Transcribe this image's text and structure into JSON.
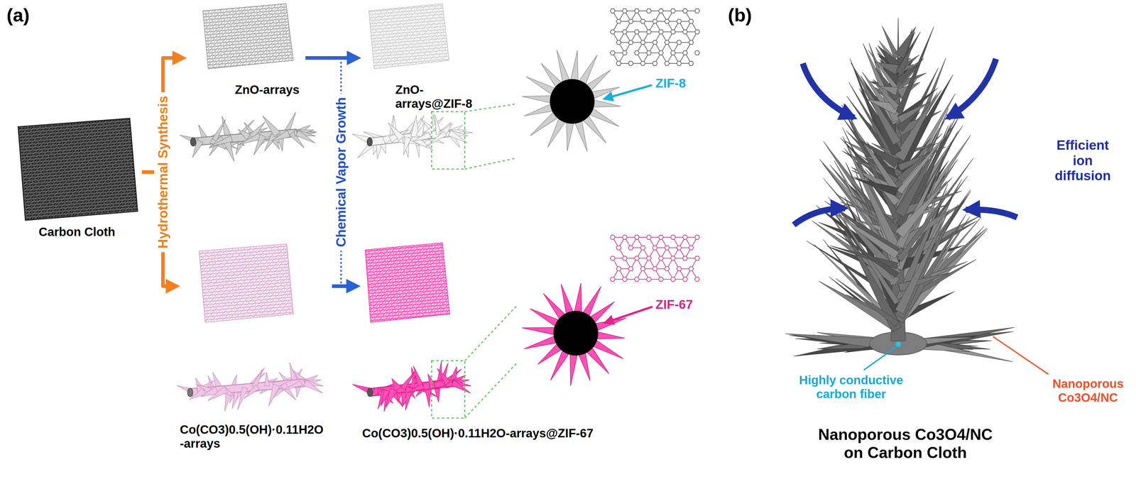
{
  "diagram": {
    "nodes": [
      {
        "text": [
          "Carbon Cloth"
        ]
      },
      {
        "text": [
          "ZnO-arrays"
        ]
      },
      {
        "text": [
          "Co(CO3)0.5(OH)·0.11H2O -arrays"
        ]
      },
      {
        "text": [
          "ZnO-arrays@ZIF-8"
        ]
      },
      {
        "text": [
          "Co(CO3)0.5(OH)·0.11H2O-arrays@ZIF-67"
        ]
      }
    ],
    "edges": [
      {
        "from": 0,
        "to": 1,
        "arrow": "to"
      },
      {
        "from": 0,
        "to": 2,
        "arrow": "to"
      },
      {
        "from": 1,
        "to": 3,
        "arrow": "to"
      },
      {
        "from": 2,
        "to": 4,
        "arrow": "to"
      }
    ],
    "labels": [
      "(a)",
      "Hydrothermal Synthesis",
      "Chemical Vapor Growth",
      "ZIF-8",
      "ZIF-67",
      "(b)",
      "Efficient ion diffusion",
      "Highly conductive carbon fiber",
      "Nanoporous Co3O4/NC",
      "Nanoporous Co3O4/NC on Carbon Cloth"
    ]
  }
}
